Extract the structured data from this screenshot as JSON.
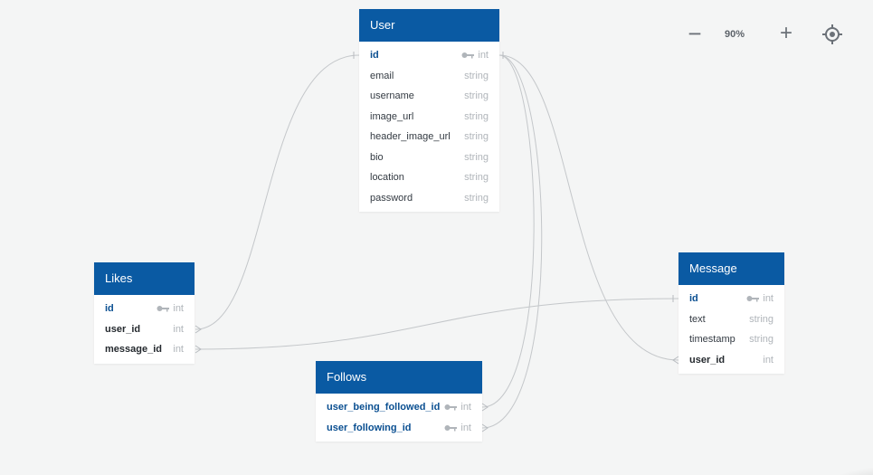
{
  "zoom": {
    "out_symbol": "−",
    "level": "90%",
    "in_symbol": "+"
  },
  "tables": {
    "user": {
      "name": "User",
      "fields": [
        {
          "name": "id",
          "type": "int",
          "key": "primary"
        },
        {
          "name": "email",
          "type": "string",
          "key": ""
        },
        {
          "name": "username",
          "type": "string",
          "key": ""
        },
        {
          "name": "image_url",
          "type": "string",
          "key": ""
        },
        {
          "name": "header_image_url",
          "type": "string",
          "key": ""
        },
        {
          "name": "bio",
          "type": "string",
          "key": ""
        },
        {
          "name": "location",
          "type": "string",
          "key": ""
        },
        {
          "name": "password",
          "type": "string",
          "key": ""
        }
      ]
    },
    "likes": {
      "name": "Likes",
      "fields": [
        {
          "name": "id",
          "type": "int",
          "key": "primary"
        },
        {
          "name": "user_id",
          "type": "int",
          "key": "foreign"
        },
        {
          "name": "message_id",
          "type": "int",
          "key": "foreign"
        }
      ]
    },
    "message": {
      "name": "Message",
      "fields": [
        {
          "name": "id",
          "type": "int",
          "key": "primary"
        },
        {
          "name": "text",
          "type": "string",
          "key": ""
        },
        {
          "name": "timestamp",
          "type": "string",
          "key": ""
        },
        {
          "name": "user_id",
          "type": "int",
          "key": "foreign"
        }
      ]
    },
    "follows": {
      "name": "Follows",
      "fields": [
        {
          "name": "user_being_followed_id",
          "type": "int",
          "key": "primary"
        },
        {
          "name": "user_following_id",
          "type": "int",
          "key": "primary"
        }
      ]
    }
  },
  "relationships": [
    {
      "from": "likes.user_id",
      "to": "user.id",
      "cardinality": "many-to-one"
    },
    {
      "from": "likes.message_id",
      "to": "message.id",
      "cardinality": "many-to-one"
    },
    {
      "from": "message.user_id",
      "to": "user.id",
      "cardinality": "many-to-one"
    },
    {
      "from": "follows.user_being_followed_id",
      "to": "user.id",
      "cardinality": "many-to-one"
    },
    {
      "from": "follows.user_following_id",
      "to": "user.id",
      "cardinality": "many-to-one"
    }
  ],
  "colors": {
    "header": "#0a5aa3",
    "primary_key_text": "#0a4f91",
    "background": "#f4f5f5",
    "link_line": "#c4c7ca"
  }
}
